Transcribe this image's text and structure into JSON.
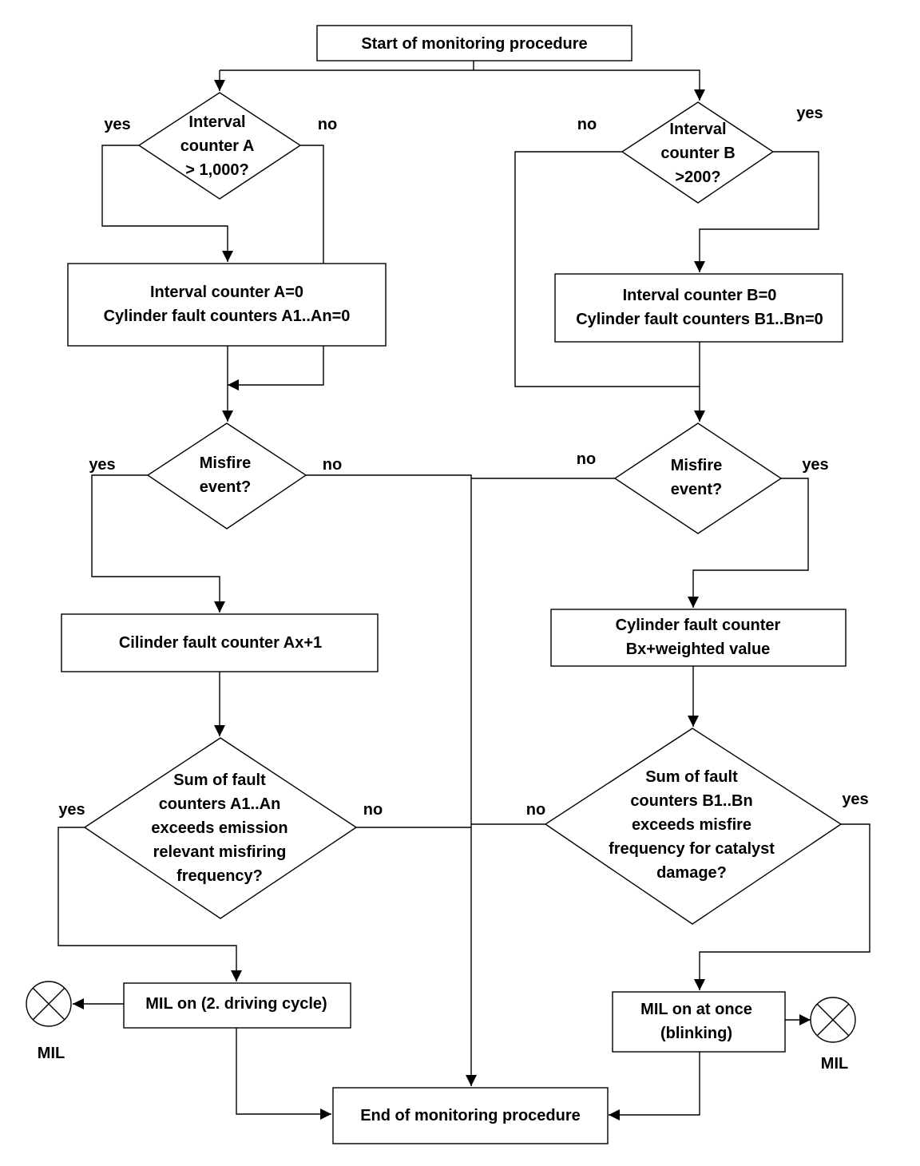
{
  "nodes": {
    "start": [
      "Start of monitoring procedure"
    ],
    "decision_a": [
      "Interval",
      "counter A",
      "> 1,000?"
    ],
    "reset_a": [
      "Interval counter A=0",
      "Cylinder fault counters A1..An=0"
    ],
    "misfire_a": [
      "Misfire",
      "event?"
    ],
    "increment_a": [
      "Cilinder fault counter Ax+1"
    ],
    "sum_a": [
      "Sum of  fault",
      "counters A1..An",
      "exceeds emission",
      "relevant misfiring",
      "frequency?"
    ],
    "mil_a": [
      "MIL on (2. driving cycle)"
    ],
    "decision_b": [
      "Interval",
      "counter B",
      ">200?"
    ],
    "reset_b": [
      "Interval counter B=0",
      "Cylinder fault counters B1..Bn=0"
    ],
    "misfire_b": [
      "Misfire",
      "event?"
    ],
    "increment_b": [
      "Cylinder fault counter",
      "Bx+weighted value"
    ],
    "sum_b": [
      "Sum of  fault",
      "counters B1..Bn",
      "exceeds misfire",
      "frequency for catalyst",
      "damage?"
    ],
    "mil_b": [
      "MIL on at once",
      "(blinking)"
    ],
    "end": [
      "End of monitoring procedure"
    ]
  },
  "labels": {
    "yes": "yes",
    "no": "no",
    "mil": "MIL"
  }
}
